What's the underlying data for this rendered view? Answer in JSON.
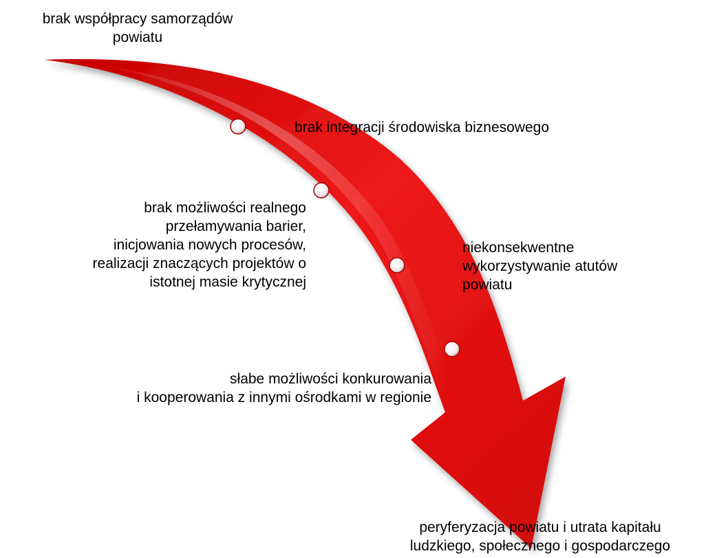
{
  "diagram": {
    "start_label": "brak współpracy samorządów\npowiatu",
    "steps": [
      "brak integracji środowiska biznesowego",
      "brak możliwości realnego\nprzełamywania barier,\ninicjowania nowych procesów,\nrealizacji znaczących projektów o\nistotnej masie krytycznej",
      "niekonsekwentne\nwykorzystywanie atutów\npowiatu",
      "słabe możliwości konkurowania\ni kooperowania z innymi ośrodkami w regionie"
    ],
    "outcome_label": "peryferyzacja powiatu i utrata kapitału\nludzkiego, społecznego i gospodarczego",
    "colors": {
      "arrow": "#e01010",
      "arrow_dark": "#a80000",
      "marker": "#ffffff"
    }
  }
}
